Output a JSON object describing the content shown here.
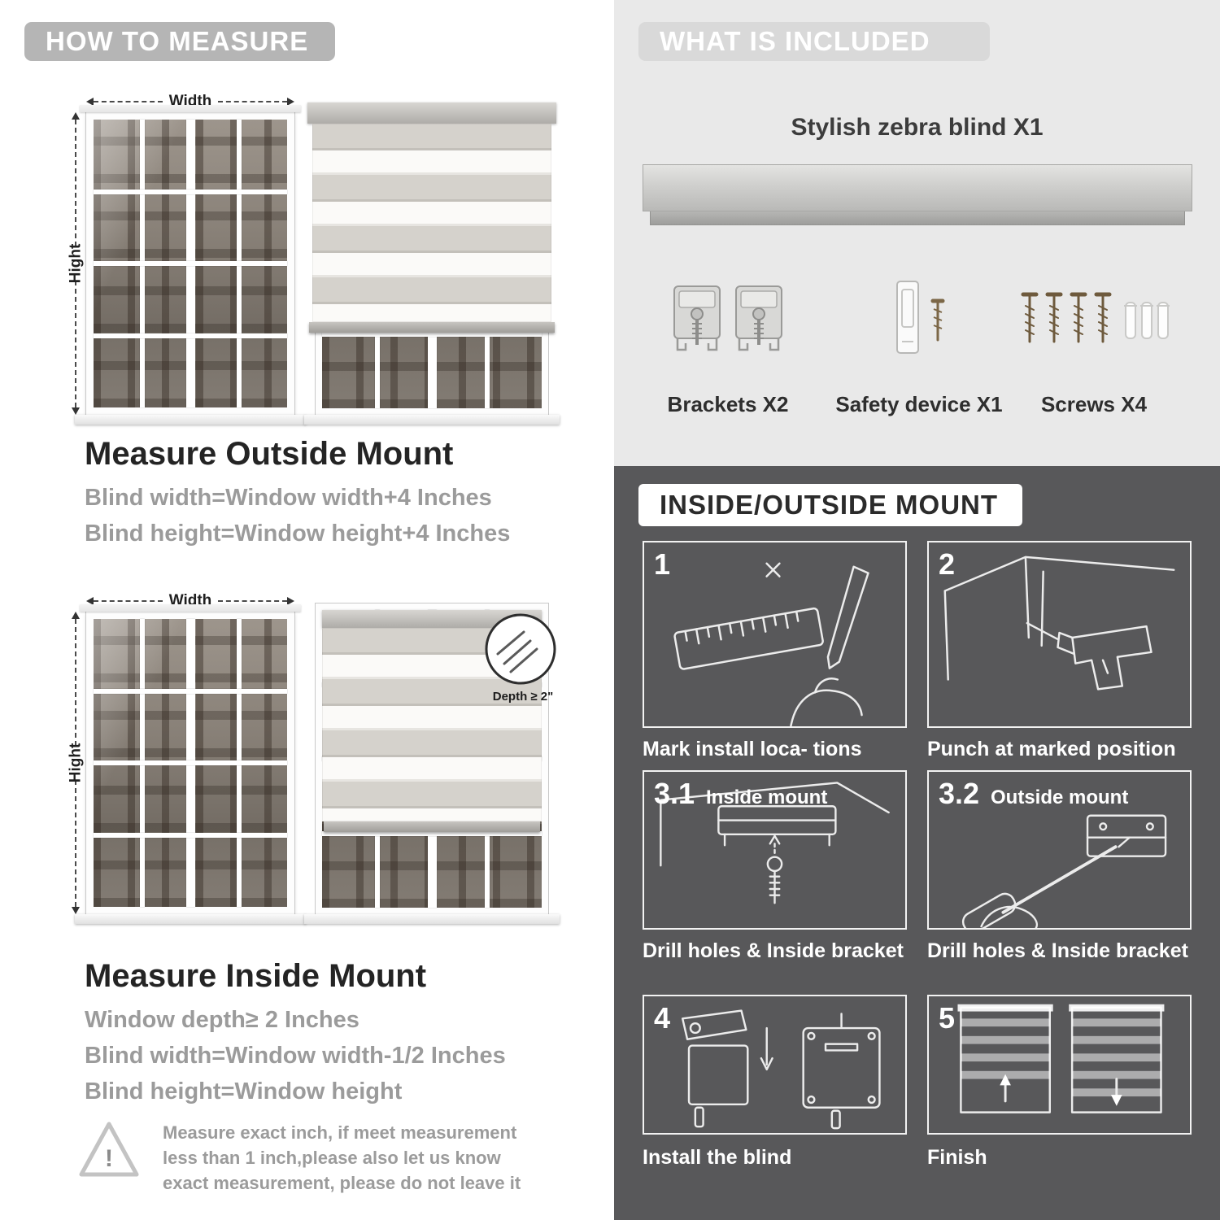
{
  "colors": {
    "pill_gray": "#b5b5b5",
    "pill_light_gray": "#d9d9d9",
    "light_section_bg": "#e9e9e9",
    "dark_section_bg": "#58585a",
    "heading_text": "#242424",
    "gray_text": "#9b9b9b",
    "white": "#ffffff"
  },
  "left": {
    "header": "HOW TO MEASURE",
    "outside": {
      "width_label": "Width",
      "height_label": "Hight",
      "heading": "Measure Outside Mount",
      "lines": [
        "Blind width=Window width+4 Inches",
        "Blind height=Window height+4 Inches"
      ]
    },
    "inside": {
      "width_label": "Width",
      "height_label": "Hight",
      "depth_label": "Depth ≥ 2\"",
      "heading": "Measure Inside Mount",
      "lines": [
        "Window depth≥ 2 Inches",
        "Blind width=Window width-1/2 Inches",
        "Blind height=Window height"
      ]
    },
    "warning": {
      "mark": "!",
      "text": "Measure exact inch, if meet measurement less than 1 inch,please also let us know exact measurement, please do not leave it"
    }
  },
  "right": {
    "included": {
      "header": "WHAT IS INCLUDED",
      "blind_label": "Stylish zebra blind X1",
      "items": [
        {
          "label": "Brackets X2"
        },
        {
          "label": "Safety device X1"
        },
        {
          "label": "Screws X4"
        }
      ]
    },
    "mount": {
      "header": "INSIDE/OUTSIDE MOUNT",
      "steps": [
        {
          "num": "1",
          "caption": "Mark install loca- tions"
        },
        {
          "num": "2",
          "caption": "Punch at  marked position"
        },
        {
          "num": "3.1",
          "inner_label": "Inside mount",
          "caption": "Drill holes &  Inside bracket"
        },
        {
          "num": "3.2",
          "inner_label": "Outside mount",
          "caption": "Drill holes &  Inside bracket"
        },
        {
          "num": "4",
          "caption": "Install the blind"
        },
        {
          "num": "5",
          "caption": "Finish"
        }
      ]
    }
  }
}
